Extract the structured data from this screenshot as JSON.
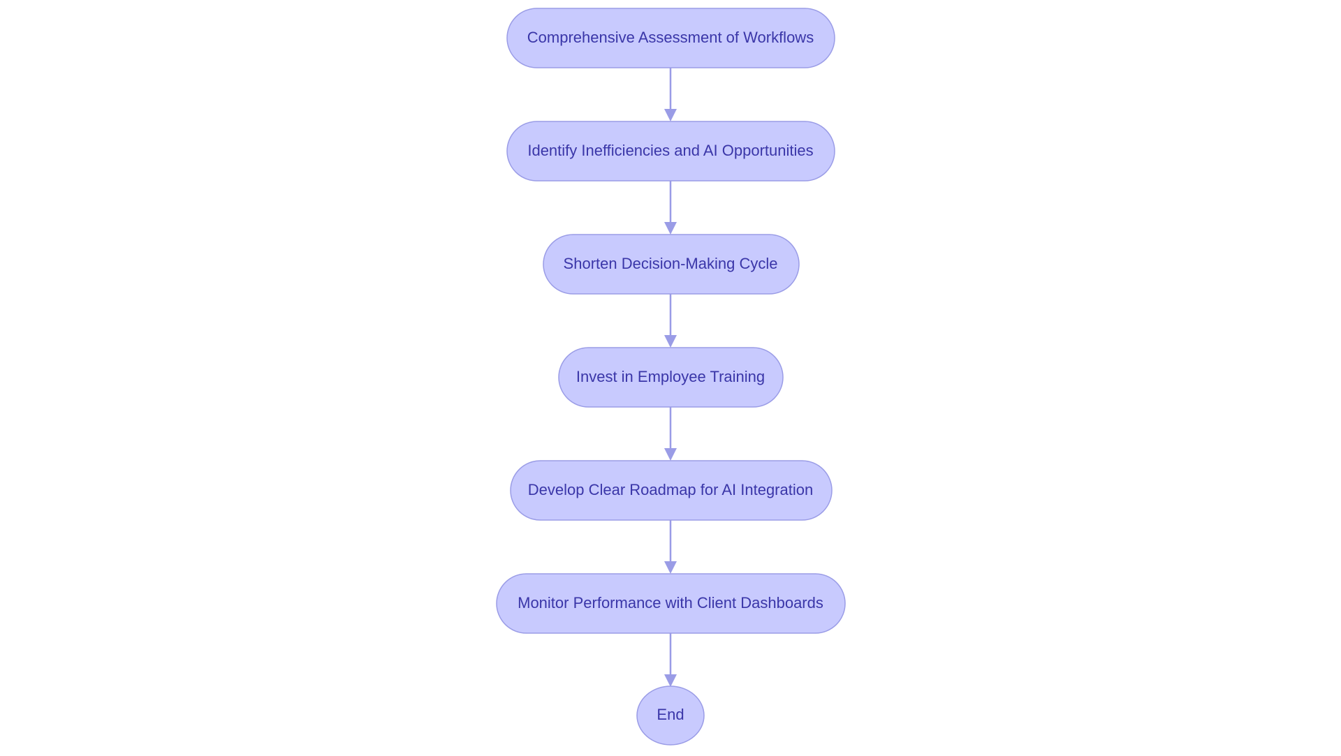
{
  "flowchart": {
    "nodes": [
      {
        "id": "assess",
        "label": "Comprehensive Assessment of Workflows"
      },
      {
        "id": "identify",
        "label": "Identify Inefficiencies and AI Opportunities"
      },
      {
        "id": "shorten",
        "label": "Shorten Decision-Making Cycle"
      },
      {
        "id": "invest",
        "label": "Invest in Employee Training"
      },
      {
        "id": "roadmap",
        "label": "Develop Clear Roadmap for AI Integration"
      },
      {
        "id": "monitor",
        "label": "Monitor Performance with Client Dashboards"
      },
      {
        "id": "end",
        "label": "End"
      }
    ],
    "edges": [
      {
        "from": "assess",
        "to": "identify"
      },
      {
        "from": "identify",
        "to": "shorten"
      },
      {
        "from": "shorten",
        "to": "invest"
      },
      {
        "from": "invest",
        "to": "roadmap"
      },
      {
        "from": "roadmap",
        "to": "monitor"
      },
      {
        "from": "monitor",
        "to": "end"
      }
    ],
    "colors": {
      "node_fill": "#c8cafe",
      "node_border": "#9a9ce6",
      "text": "#3a36a8",
      "edge": "#9a9ce6"
    }
  }
}
